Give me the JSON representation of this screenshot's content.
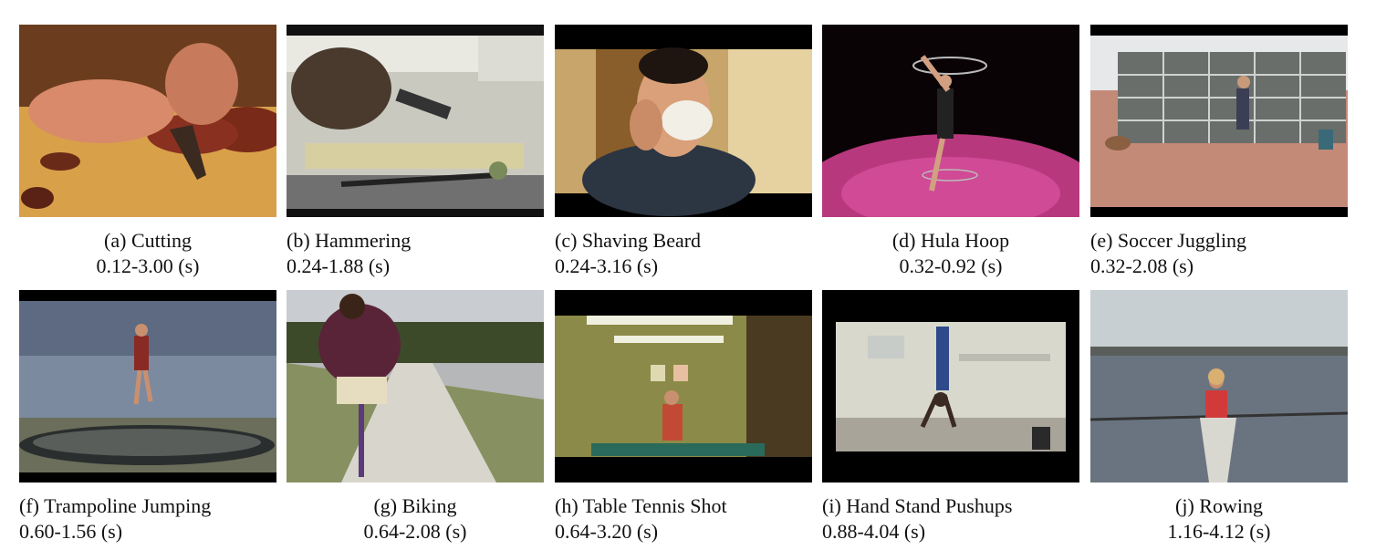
{
  "panels": [
    {
      "label": "(a) Cutting",
      "range": "0.12-3.00 (s)",
      "align": "center",
      "scene": "cutting-scene"
    },
    {
      "label": "(b) Hammering",
      "range": "0.24-1.88 (s)",
      "align": "left",
      "scene": "hammering-scene"
    },
    {
      "label": "(c) Shaving Beard",
      "range": "0.24-3.16 (s)",
      "align": "left",
      "scene": "shaving-scene"
    },
    {
      "label": "(d) Hula Hoop",
      "range": "0.32-0.92 (s)",
      "align": "center",
      "scene": "hula-hoop-scene"
    },
    {
      "label": "(e) Soccer Juggling",
      "range": "0.32-2.08 (s)",
      "align": "left",
      "scene": "soccer-scene"
    },
    {
      "label": "(f) Trampoline Jumping",
      "range": "0.60-1.56 (s)",
      "align": "left",
      "scene": "trampoline-scene"
    },
    {
      "label": "(g) Biking",
      "range": "0.64-2.08 (s)",
      "align": "center",
      "scene": "biking-scene"
    },
    {
      "label": "(h) Table Tennis Shot",
      "range": "0.64-3.20 (s)",
      "align": "left",
      "scene": "table-tennis-scene"
    },
    {
      "label": "(i) Hand Stand Pushups",
      "range": "0.88-4.04 (s)",
      "align": "left",
      "scene": "handstand-scene"
    },
    {
      "label": "(j) Rowing",
      "range": "1.16-4.12 (s)",
      "align": "center",
      "scene": "rowing-scene"
    }
  ]
}
